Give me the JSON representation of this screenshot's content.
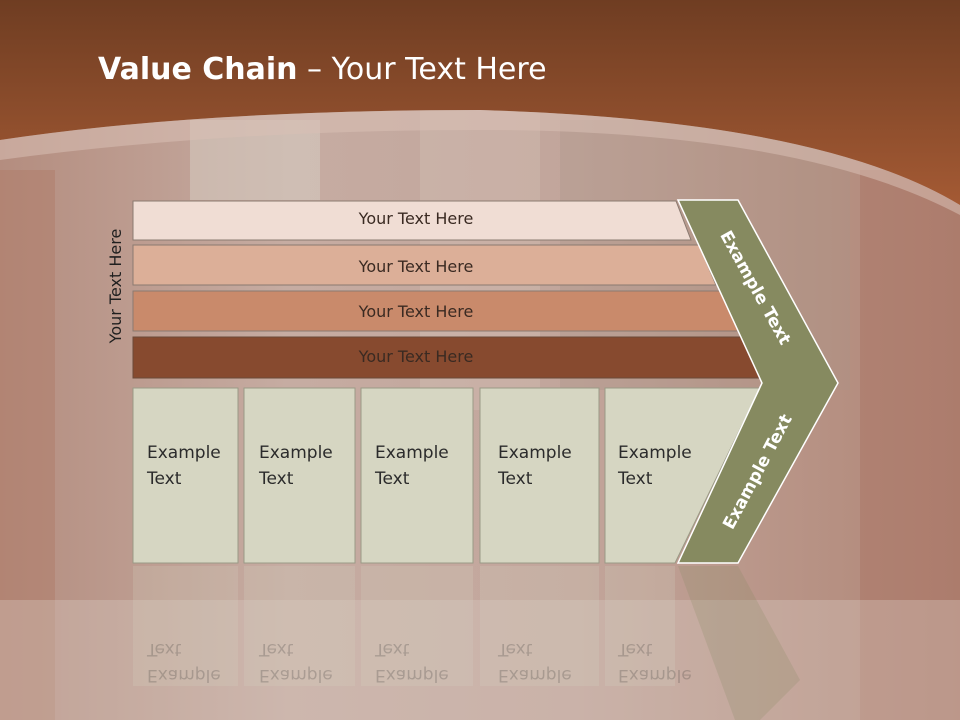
{
  "slide": {
    "title_bold": "Value Chain",
    "title_rest": " – Your Text Here",
    "side_label": "Your Text Here"
  },
  "bars": [
    {
      "label": "Your Text Here",
      "color": "#f0ddd4"
    },
    {
      "label": "Your Text Here",
      "color": "#dcaf98"
    },
    {
      "label": "Your Text Here",
      "color": "#c98a6b"
    },
    {
      "label": "Your Text Here",
      "color": "#874a2f"
    }
  ],
  "boxes": [
    {
      "line1": "Example",
      "line2": "Text"
    },
    {
      "line1": "Example",
      "line2": "Text"
    },
    {
      "line1": "Example",
      "line2": "Text"
    },
    {
      "line1": "Example",
      "line2": "Text"
    },
    {
      "line1": "Example",
      "line2": "Text"
    }
  ],
  "chevron": {
    "upper_label": "Example Text",
    "lower_label": "Example Text",
    "color": "#868a60"
  },
  "colors": {
    "header": "#8f4d2c",
    "box_fill": "#d6d6c2",
    "background": "#c9b3ab"
  }
}
